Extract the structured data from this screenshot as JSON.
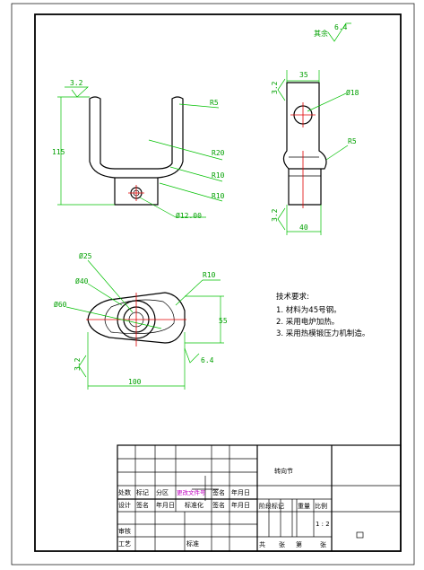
{
  "roughness_general": {
    "label": "其余",
    "value": "6.4"
  },
  "front_view": {
    "roughness": "3.2",
    "dims": {
      "height": "115",
      "r_top": "R5",
      "r_inner": "R20",
      "r_fillet1": "R10",
      "r_fillet2": "R10",
      "hole": "Ø12.00"
    }
  },
  "side_view": {
    "width_top": "35",
    "hole": "Ø18",
    "radius": "R5",
    "width_bottom": "40",
    "roughness_top": "3.2",
    "roughness_bottom": "3.2"
  },
  "top_view": {
    "d25": "Ø25",
    "d40": "Ø40",
    "d60": "Ø60",
    "radius": "R10",
    "height": "55",
    "roughness_left": "3.2",
    "roughness_right": "6.4",
    "width": "100"
  },
  "tech": {
    "title": "技术要求:",
    "items": [
      "1. 材料为45号钢。",
      "2. 采用电炉加热。",
      "3. 采用热模锻压力机制造。"
    ]
  },
  "title_block": {
    "part_name": "转向节",
    "labels": {
      "chushu": "处数",
      "biaoji": "标记",
      "fenqu": "分区",
      "gengwenjian": "更改文件号",
      "qianming": "签名",
      "nianyueri": "年月日",
      "sheji": "设计",
      "qianming2": "签名",
      "nianyueri2": "年月日",
      "biaozhunhua": "标准化",
      "qianming3": "签名",
      "nianyueri3": "年月日",
      "jieduan": "阶段标记",
      "zhongliang": "重量",
      "bili": "比例",
      "shenhe": "审核",
      "gongyi": "工艺",
      "pizhun": "标准",
      "gong": "共",
      "zhang": "张",
      "di": "第",
      "zhang2": "张"
    },
    "scale": "1 : 2"
  }
}
